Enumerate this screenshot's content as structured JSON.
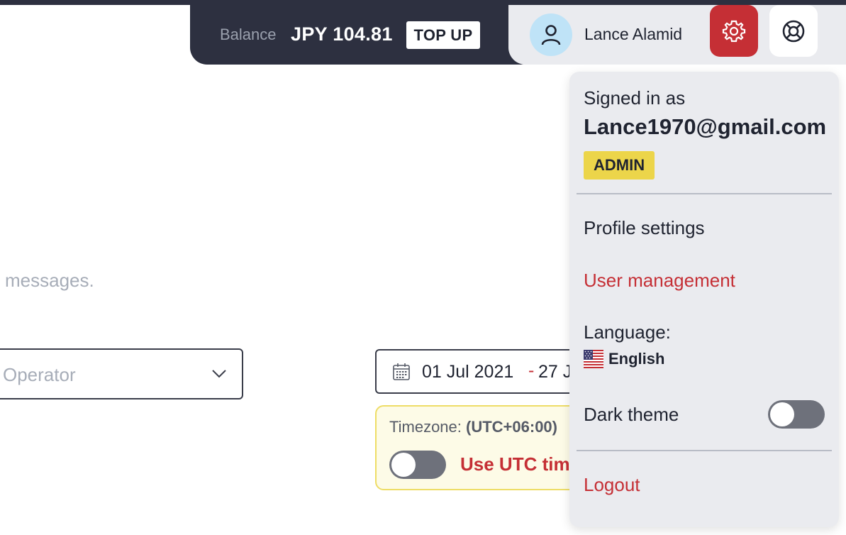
{
  "header": {
    "balance_label": "Balance",
    "balance_amount": "JPY 104.81",
    "topup_label": "TOP UP",
    "user_name": "Lance Alamid"
  },
  "background": {
    "messages_text": "l messages.",
    "operator_placeholder": "Operator",
    "date_start": "01 Jul 2021",
    "date_separator": "-",
    "date_end": "27 J",
    "timezone_label": "Timezone:",
    "timezone_value": "(UTC+06:00)",
    "use_utc_label": "Use UTC tim",
    "use_utc_on": false
  },
  "dropdown": {
    "signed_in_label": "Signed in as",
    "email": "Lance1970@gmail.com",
    "role_badge": "ADMIN",
    "profile_settings": "Profile settings",
    "user_management": "User management",
    "language_label": "Language:",
    "language_value": "English",
    "dark_theme_label": "Dark theme",
    "dark_theme_on": false,
    "logout": "Logout"
  },
  "colors": {
    "header_dark": "#2d3040",
    "panel_gray": "#eaebef",
    "accent_red": "#c52f35",
    "admin_yellow": "#ecd54a",
    "avatar_blue": "#bfe3f7",
    "timezone_bg": "#fdfbe7"
  },
  "icons": {
    "avatar": "user-icon",
    "settings": "gear-icon",
    "help": "lifebuoy-icon",
    "date": "calendar-icon",
    "select": "chevron-down-icon",
    "language": "us-flag-icon"
  }
}
